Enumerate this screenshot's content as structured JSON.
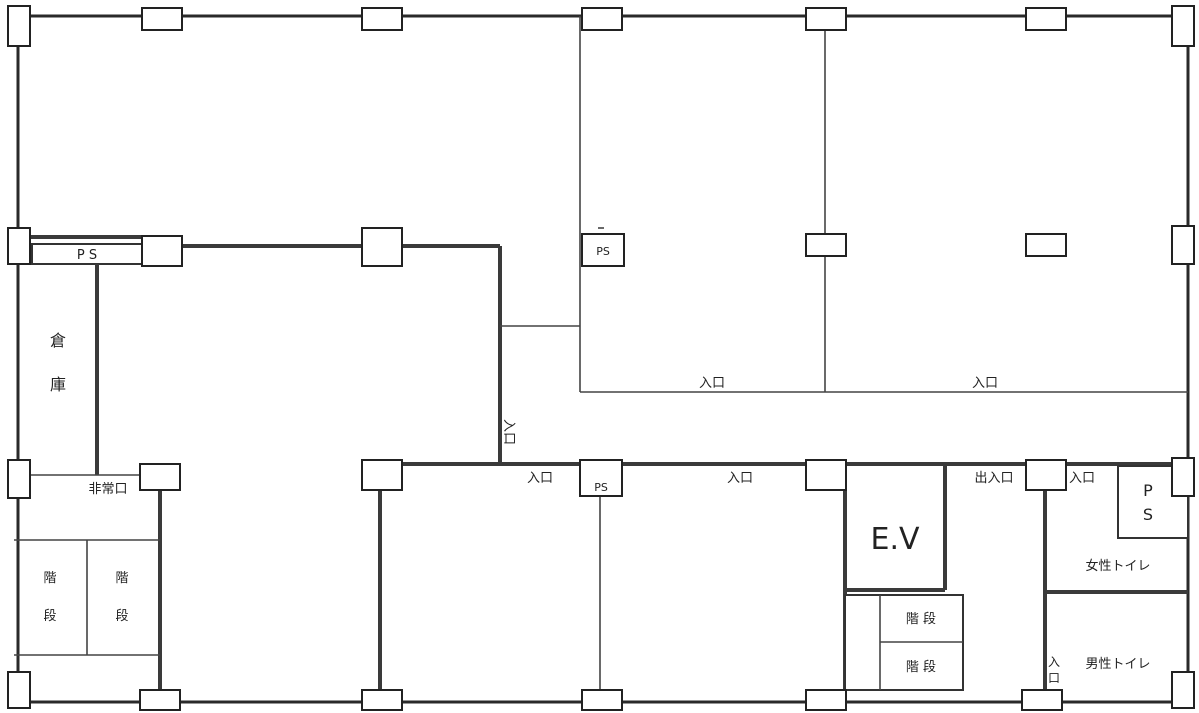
{
  "labels": {
    "ps_top_left": "P S",
    "ps_mid": "PS",
    "ps_lower": "PS",
    "ps_right_1": "P",
    "ps_right_2": "S",
    "storage_1": "倉",
    "storage_2": "庫",
    "emergency_exit": "非常口",
    "stairs_left_a1": "階",
    "stairs_left_a2": "段",
    "stairs_left_b1": "階",
    "stairs_left_b2": "段",
    "entrance_vertical": "入口",
    "entrance_a": "入口",
    "entrance_b": "入口",
    "entrance_c": "入口",
    "entrance_d": "入口",
    "entrance_e": "入口",
    "entrance_f_1": "入",
    "entrance_f_2": "口",
    "exit_entrance": "出入口",
    "elevator": "E.V",
    "stairs_right_a": "階 段",
    "stairs_right_b": "階 段",
    "womens_toilet": "女性トイレ",
    "mens_toilet": "男性トイレ"
  },
  "colors": {
    "line": "#2a2a2a",
    "background": "#ffffff"
  }
}
